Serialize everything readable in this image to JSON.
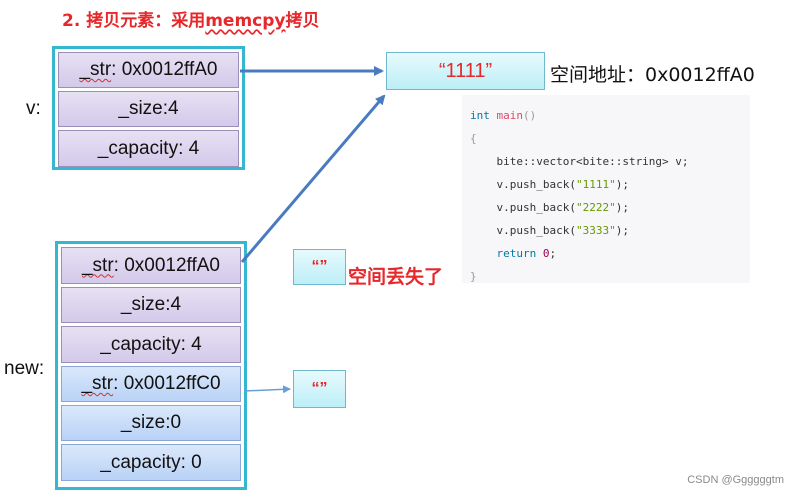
{
  "title": {
    "prefix": "2. 拷贝元素：采用",
    "emph": "memcpy",
    "suffix": "拷贝"
  },
  "v_label": "v:",
  "new_label": "new:",
  "v_group": {
    "str_key": "_str",
    "str_val": ": 0x0012ffA0",
    "size": "_size:4",
    "capacity": "_capacity: 4"
  },
  "new_group_top": {
    "str_key": "_str",
    "str_val": ": 0x0012ffA0",
    "size": "_size:4",
    "capacity": "_capacity: 4"
  },
  "new_group_bottom": {
    "str_key": "_str",
    "str_val": ": 0x0012ffC0",
    "size": "_size:0",
    "capacity": "_capacity: 0"
  },
  "string_box_main": "“1111”",
  "string_box_lost": "“”",
  "string_box_new": "“”",
  "address_label": "空间地址：0x0012ffA0",
  "lost_label": "空间丢失了",
  "code": {
    "l1_kw": "int",
    "l1_fn": "main",
    "l1_p": "()",
    "l2": "{",
    "l3": "    bite::vector<bite::string> v;",
    "l4_a": "    v.push_back(",
    "l4_s": "\"1111\"",
    "l4_b": ");",
    "l5_a": "    v.push_back(",
    "l5_s": "\"2222\"",
    "l5_b": ");",
    "l6_a": "    v.push_back(",
    "l6_s": "\"3333\"",
    "l6_b": ");",
    "l7_kw": "    return",
    "l7_num": " 0",
    "l7_b": ";",
    "l8": "}"
  },
  "watermark": "CSDN @Ggggggtm",
  "colors": {
    "red": "#e8272a",
    "frame": "#35b7cf",
    "arrow": "#4a7bbf"
  }
}
